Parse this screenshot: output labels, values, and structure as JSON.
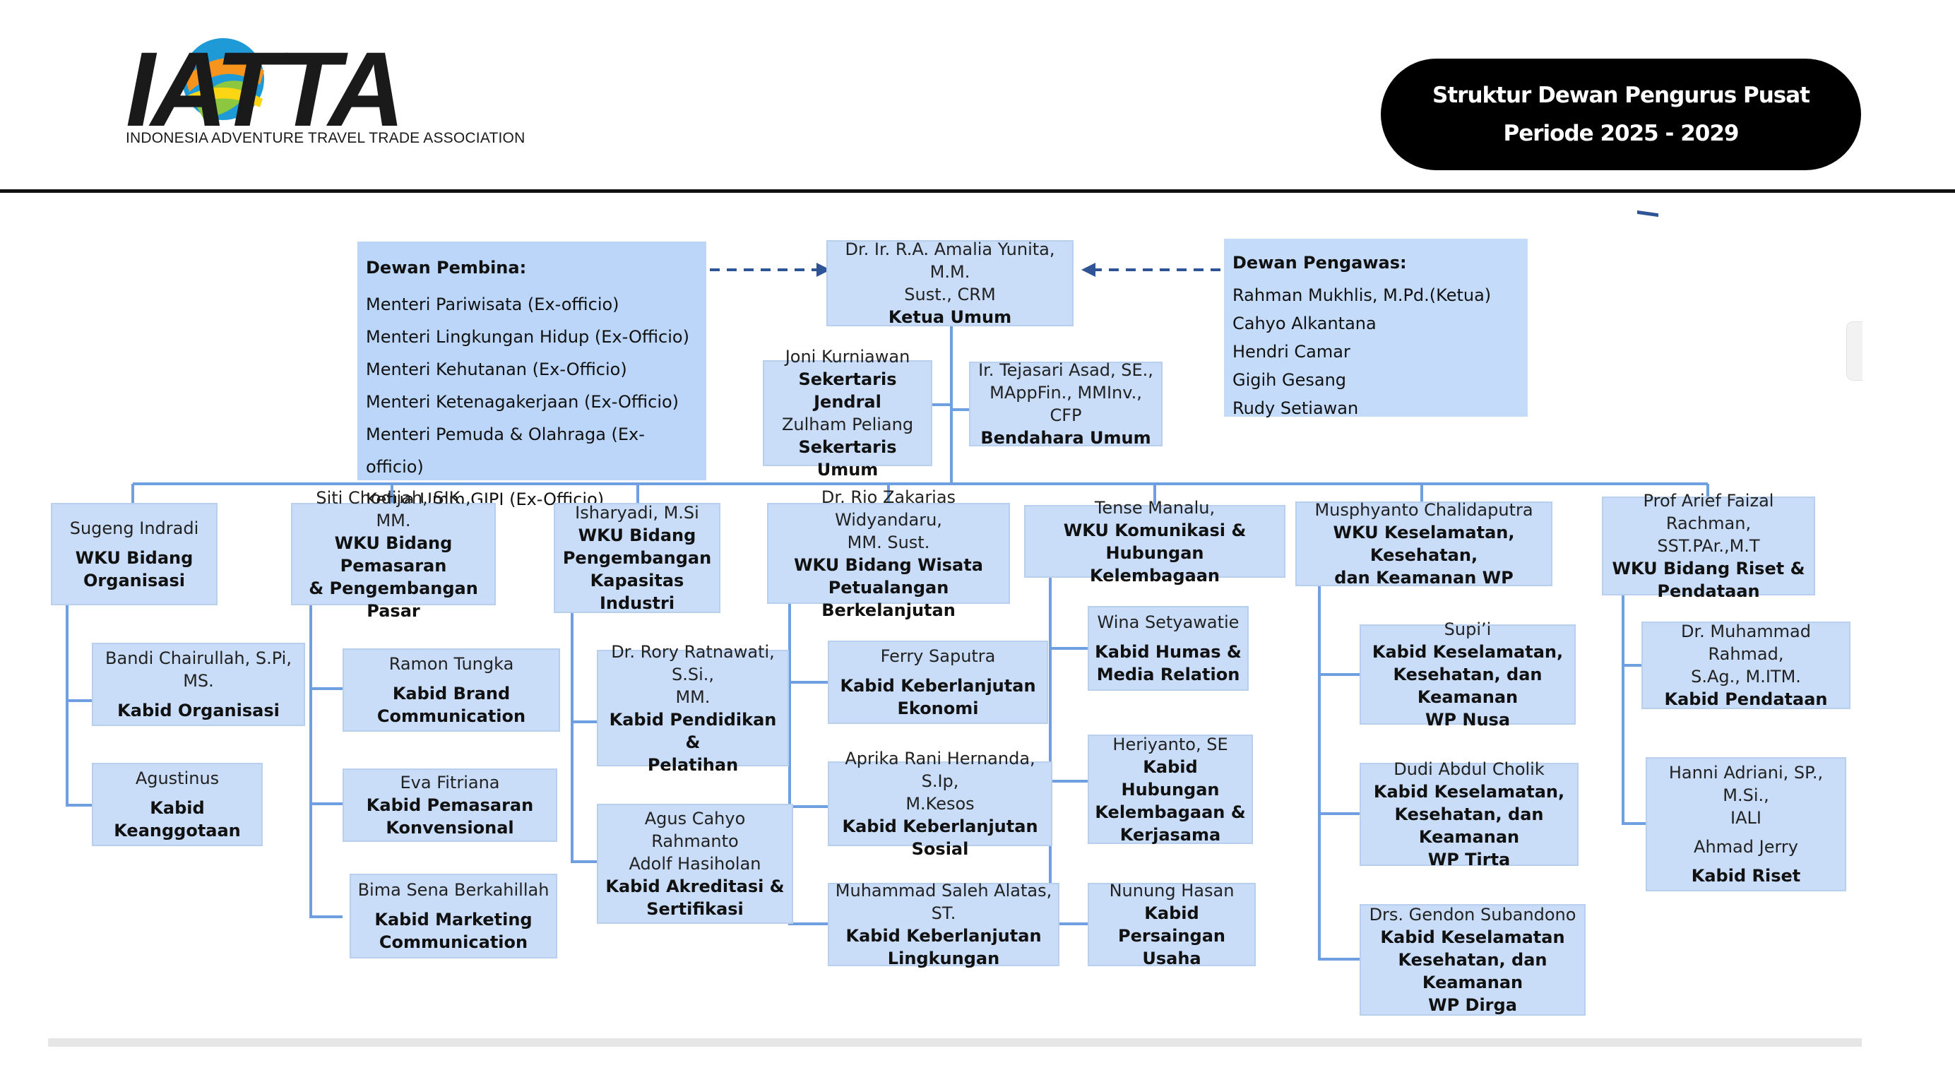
{
  "header": {
    "logo_text": "IATTA",
    "logo_caption": "INDONESIA ADVENTURE TRAVEL TRADE ASSOCIATION",
    "title_line1": "Struktur Dewan Pengurus Pusat",
    "title_line2": "Periode 2025 - 2029"
  },
  "colors": {
    "box_fill": "#c9dcf8",
    "panel_fill": "#bcd6fa",
    "connector": "#6f9fe0",
    "dashed_arrow": "#2f5496",
    "pill": "#000000"
  },
  "pembina": {
    "heading": "Dewan Pembina:",
    "members": [
      "Menteri Pariwisata  (Ex-officio)",
      "Menteri Lingkungan Hidup (Ex-Officio)",
      "Menteri Kehutanan (Ex-Officio)",
      "Menteri Ketenagakerjaan (Ex-Officio)",
      "Menteri Pemuda & Olahraga  (Ex-officio)",
      "Ketua Umm GIPI (Ex-Officio)"
    ]
  },
  "pengawas": {
    "heading": "Dewan Pengawas:",
    "members": [
      "Rahman Mukhlis, M.Pd.(Ketua)",
      "Cahyo Alkantana",
      "Hendri Camar",
      "Gigih Gesang",
      "Rudy Setiawan"
    ]
  },
  "ketua": {
    "name_line1": "Dr. Ir. R.A. Amalia Yunita, M.M.",
    "name_line2": "Sust., CRM",
    "role": "Ketua Umum"
  },
  "sekretaris": {
    "name1": "Joni Kurniawan",
    "role1": "Sekertaris Jendral",
    "name2": "Zulham Peliang",
    "role2": "Sekertaris Umum"
  },
  "bendahara": {
    "name_line1": "Ir. Tejasari Asad, SE.,",
    "name_line2": "MAppFin., MMInv., CFP",
    "role": "Bendahara Umum"
  },
  "wku": [
    {
      "name": "Sugeng Indradi",
      "role_line1": "WKU Bidang",
      "role_line2": "Organisasi"
    },
    {
      "name": "Siti Chodijah, SIK., MM.",
      "role_line1": "WKU Bidang Pemasaran",
      "role_line2": "& Pengembangan Pasar"
    },
    {
      "name": "Isharyadi, M.Si",
      "role_line1": "WKU Bidang",
      "role_line2": "Pengembangan",
      "role_line3": "Kapasitas Industri"
    },
    {
      "name_line1": "Dr. Rio Zakarias Widyandaru,",
      "name_line2": "MM. Sust.",
      "role_line1": "WKU Bidang Wisata",
      "role_line2": "Petualangan Berkelanjutan"
    },
    {
      "name": "Tense Manalu,",
      "role_line1": "WKU Komunikasi & Hubungan",
      "role_line2": "Kelembagaan"
    },
    {
      "name": "Musphyanto Chalidaputra",
      "role_line1": "WKU  Keselamatan, Kesehatan,",
      "role_line2": "dan Keamanan WP"
    },
    {
      "name_line1": "Prof Arief Faizal Rachman,",
      "name_line2": "SST.PAr.,M.T",
      "role_line1": "WKU Bidang Riset &",
      "role_line2": "Pendataan"
    }
  ],
  "kabid": {
    "organisasi": {
      "name": "Bandi Chairullah, S.Pi, MS.",
      "role": "Kabid Organisasi"
    },
    "keanggotaan": {
      "name": "Agustinus",
      "role": "Kabid Keanggotaan"
    },
    "brand": {
      "name": "Ramon Tungka",
      "role_line1": "Kabid Brand",
      "role_line2": "Communication"
    },
    "pemasaran": {
      "name": "Eva Fitriana",
      "role_line1": "Kabid Pemasaran",
      "role_line2": "Konvensional"
    },
    "marketing": {
      "name": "Bima Sena Berkahillah",
      "role_line1": "Kabid Marketing",
      "role_line2": "Communication"
    },
    "pendidikan": {
      "name_line1": "Dr. Rory Ratnawati, S.Si.,",
      "name_line2": "MM.",
      "role_line1": "Kabid Pendidikan &",
      "role_line2": "Pelatihan"
    },
    "akreditasi": {
      "name1": "Agus Cahyo Rahmanto",
      "name2": "Adolf Hasiholan",
      "role_line1": "Kabid Akreditasi &",
      "role_line2": "Sertifikasi"
    },
    "ekonomi": {
      "name": "Ferry Saputra",
      "role_line1": "Kabid Keberlanjutan",
      "role_line2": "Ekonomi"
    },
    "sosial": {
      "name_line1": "Aprika Rani Hernanda, S.Ip,",
      "name_line2": "M.Kesos",
      "role": "Kabid  Keberlanjutan Sosial"
    },
    "lingkungan": {
      "name": "Muhammad Saleh Alatas, ST.",
      "role_line1": "Kabid Keberlanjutan",
      "role_line2": "Lingkungan"
    },
    "humas": {
      "name": "Wina Setyawatie",
      "role_line1": "Kabid Humas &",
      "role_line2": "Media Relation"
    },
    "hubungan": {
      "name": "Heriyanto, SE",
      "role_line1": "Kabid Hubungan",
      "role_line2": "Kelembagaan &",
      "role_line3": "Kerjasama"
    },
    "persaingan": {
      "name": "Nunung Hasan",
      "role_line1": "Kabid Persaingan",
      "role_line2": "Usaha"
    },
    "nusa": {
      "name": "Supi’i",
      "role_line1": "Kabid Keselamatan,",
      "role_line2": "Kesehatan, dan Keamanan",
      "role_line3": "WP Nusa"
    },
    "tirta": {
      "name": "Dudi Abdul Cholik",
      "role_line1": "Kabid Keselamatan,",
      "role_line2": "Kesehatan,  dan Keamanan",
      "role_line3": "WP Tirta"
    },
    "dirga": {
      "name": "Drs. Gendon Subandono",
      "role_line1": "Kabid Keselamatan",
      "role_line2": "Kesehatan, dan Keamanan",
      "role_line3": "WP Dirga"
    },
    "pendataan": {
      "name_line1": "Dr. Muhammad Rahmad,",
      "name_line2": "S.Ag., M.ITM.",
      "role": "Kabid Pendataan"
    },
    "riset": {
      "name_line1": "Hanni Adriani, SP., M.Si.,",
      "name_line2": "IALI",
      "name3": "Ahmad Jerry",
      "role": "Kabid Riset"
    }
  }
}
